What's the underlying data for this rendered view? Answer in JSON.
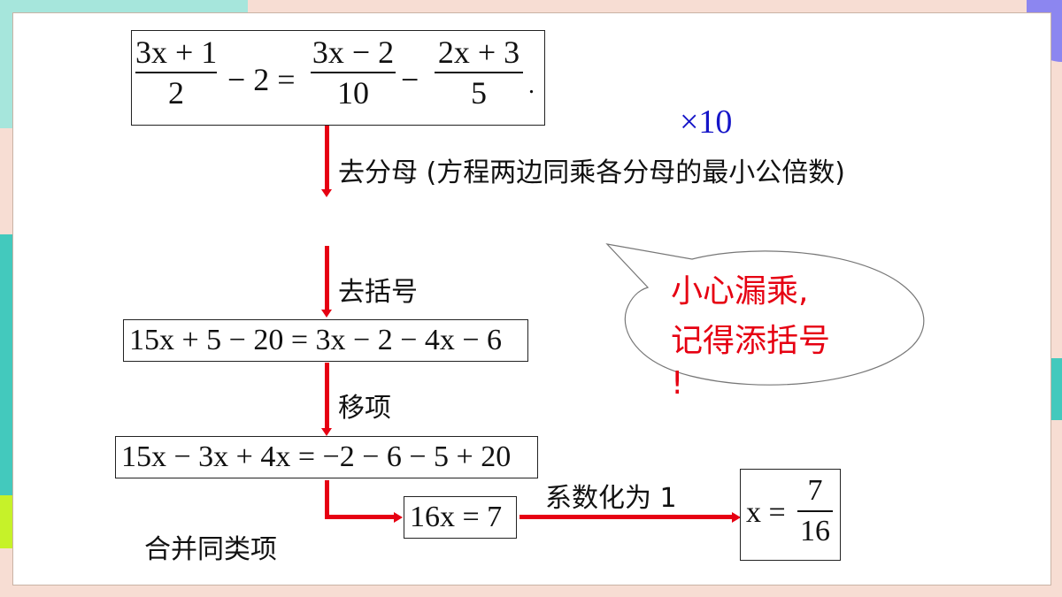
{
  "slide": {
    "original_equation": {
      "term1": {
        "numerator": "3x + 1",
        "denominator": "2"
      },
      "middle": "− 2 =",
      "term2": {
        "numerator": "3x − 2",
        "denominator": "10"
      },
      "minus": "−",
      "term3": {
        "numerator": "2x + 3",
        "denominator": "5"
      },
      "end": "."
    },
    "multiplier": "×10",
    "steps": [
      {
        "label": "去分母 (方程两边同乘各分母的最小公倍数)"
      },
      {
        "label": "去括号"
      },
      {
        "label": "移项"
      },
      {
        "label": "合并同类项"
      },
      {
        "label": "系数化为 1"
      }
    ],
    "equations": {
      "after_brackets": "15x + 5 − 20 = 3x − 2 − 4x − 6",
      "after_transpose": "15x − 3x + 4x = −2 − 6 − 5 + 20",
      "combined": "16x = 7",
      "solution": {
        "lhs": "x =",
        "numerator": "7",
        "denominator": "16"
      }
    },
    "callout": {
      "line1": "小心漏乘,",
      "line2": "记得添括号",
      "line3": "!"
    },
    "colors": {
      "arrow": "#e60012",
      "multiplier": "#1515c8",
      "callout_text": "#e60012"
    }
  }
}
